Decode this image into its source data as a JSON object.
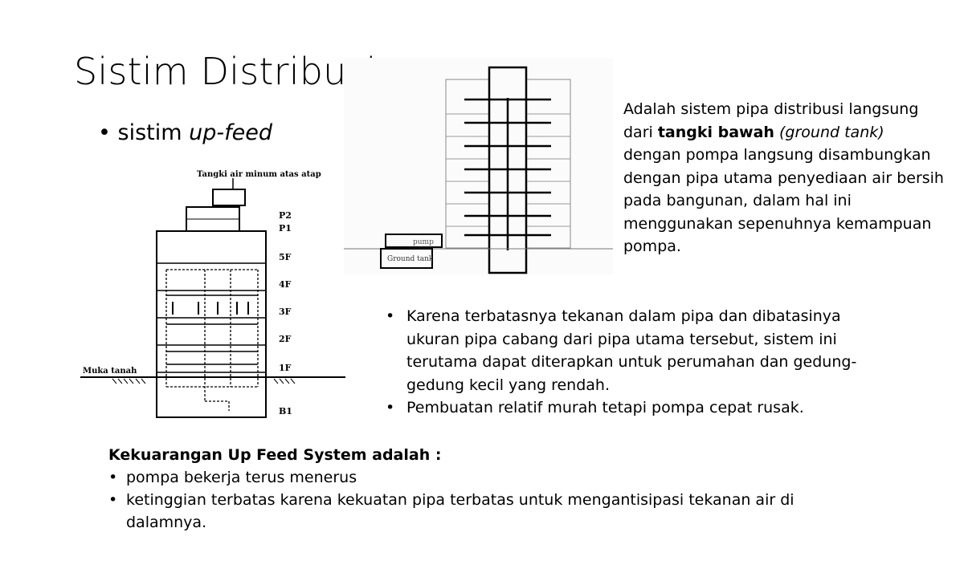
{
  "title": "Sistim Distribusi",
  "subtitle": {
    "prefix": "sistim ",
    "emphasis": "up-feed"
  },
  "description": {
    "part1": "Adalah sistem pipa distribusi langsung dari ",
    "bold": "tangki bawah",
    "italic": " (ground tank)",
    "part2": " dengan pompa langsung disambungkan dengan pipa utama penyediaan air bersih pada bangunan, dalam hal ini menggunakan sepenuhnya kemampuan pompa."
  },
  "bullets": [
    "Karena terbatasnya tekanan dalam pipa dan dibatasinya ukuran pipa cabang dari pipa utama tersebut, sistem ini terutama dapat diterapkan untuk perumahan dan gedung-gedung kecil yang rendah.",
    "Pembuatan relatif murah tetapi pompa cepat rusak."
  ],
  "shortcomings": {
    "heading": "Kekuarangan Up Feed System adalah :",
    "items": [
      "pompa bekerja terus menerus",
      "ketinggian terbatas karena kekuatan pipa terbatas untuk mengantisipasi tekanan air di dalamnya."
    ]
  },
  "figure_left": {
    "tank_label": "Tangki air minum atas atap",
    "floor_labels": [
      "P2",
      "P1",
      "5F",
      "4F",
      "3F",
      "2F",
      "1F",
      "B1"
    ],
    "ground_label": "Muka tanah"
  },
  "figure_right": {
    "pump_label": "pump",
    "ground_tank_label": "Ground tank"
  }
}
